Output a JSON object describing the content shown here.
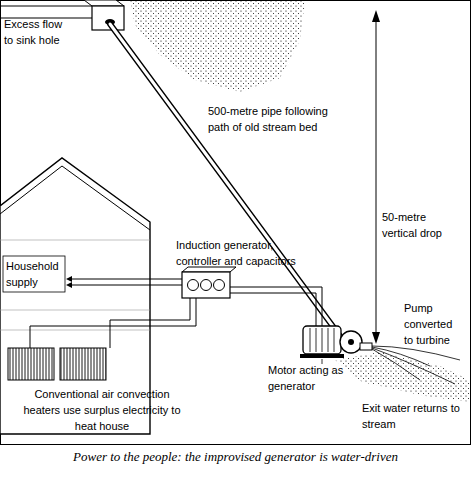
{
  "diagram": {
    "caption": "Power to the people: the improvised generator is water-driven",
    "labels": [
      "Excess flow to sink hole",
      "500-metre pipe following path of old stream bed",
      "50-metre vertical drop",
      "Induction generator, controller and capacitors",
      "Household supply",
      "Pump converted to turbine",
      "Motor acting as generator",
      "Conventional air convection heaters use surplus electricity to heat house",
      "Exit water returns to stream"
    ]
  }
}
